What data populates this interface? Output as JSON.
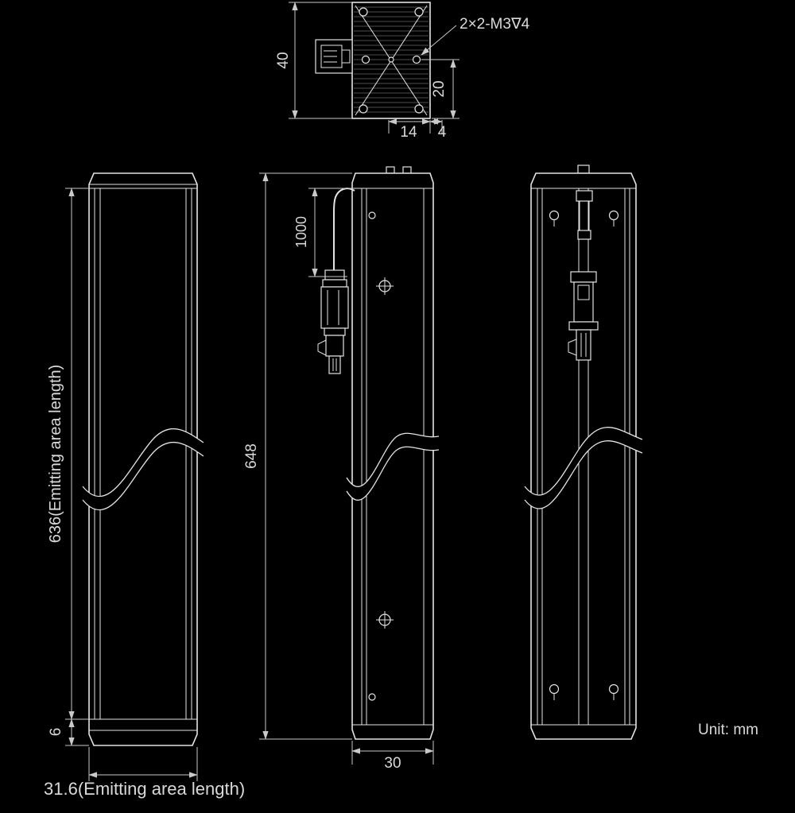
{
  "drawing": {
    "unit_label": "Unit:  mm",
    "colors": {
      "background": "#000000",
      "line": "#e3e3e3",
      "dimension": "#c9c9c9",
      "text": "#d9d9d9"
    },
    "top_view": {
      "callout_label": "2×2-M3∇4",
      "dim_height": "40",
      "dim_hole_to_edge": "20",
      "dim_width": "14",
      "dim_hole_offset": "4"
    },
    "front_view": {
      "dim_emitting_length": "636(Emitting area length)",
      "dim_end_offset": "6",
      "dim_emitting_width": "31.6(Emitting area length)"
    },
    "side_view": {
      "dim_cable_length": "1000",
      "dim_total_length": "648",
      "dim_depth": "30"
    }
  }
}
